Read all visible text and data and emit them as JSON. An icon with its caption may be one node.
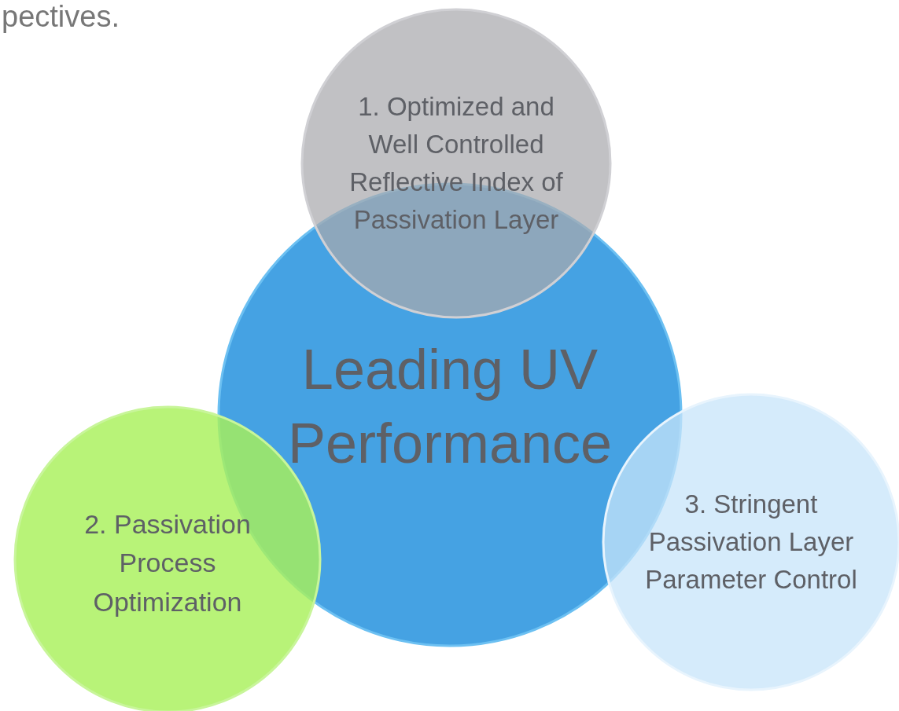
{
  "diagram": {
    "nodes": [
      {
        "text": [
          "1. Optimized and Well Controlled Reflective Index of Passivation Layer"
        ]
      },
      {
        "text": [
          "Leading UV Performance"
        ]
      },
      {
        "text": [
          "2. Passivation Process Optimization"
        ]
      },
      {
        "text": [
          "3. Stringent Passivation Layer Parameter Control"
        ]
      }
    ],
    "edges": [],
    "labels": [
      "pectives."
    ]
  }
}
